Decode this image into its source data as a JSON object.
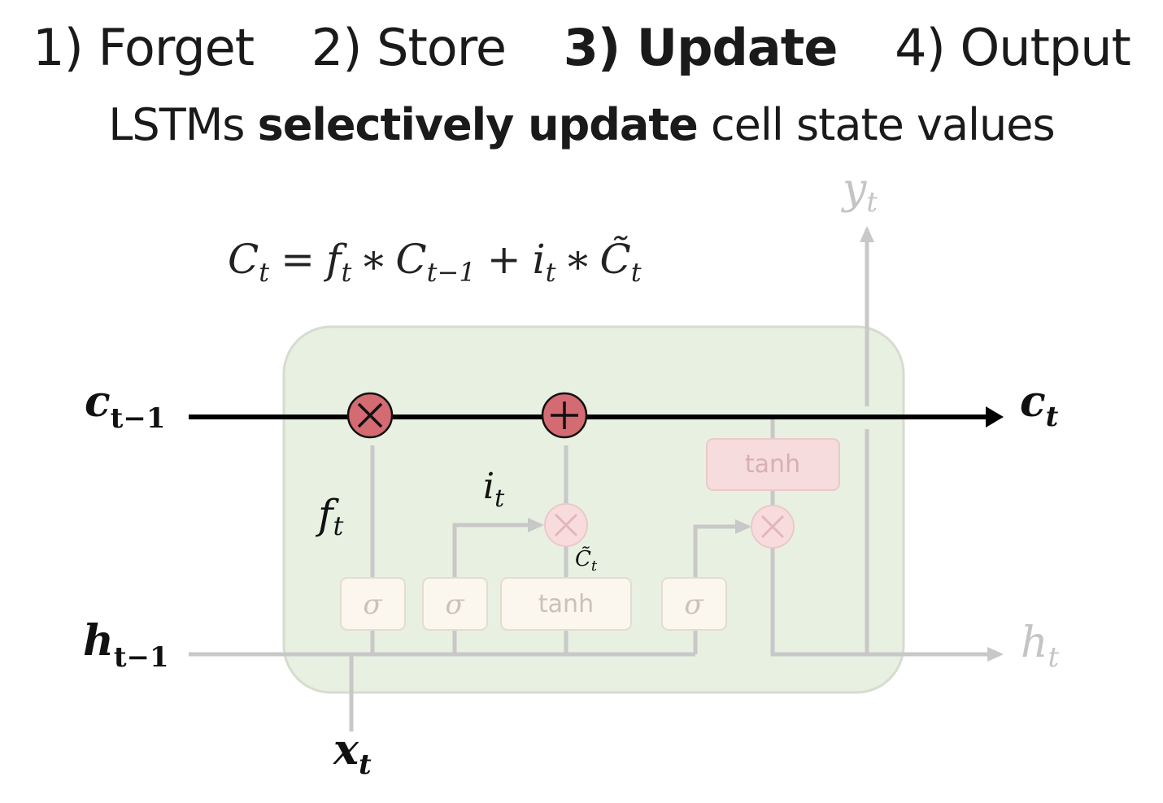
{
  "header": {
    "steps": [
      {
        "label": "1) Forget",
        "active": false
      },
      {
        "label": "2) Store",
        "active": false
      },
      {
        "label": "3) Update",
        "active": true
      },
      {
        "label": "4) Output",
        "active": false
      }
    ],
    "subtitle_pre": "LSTMs ",
    "subtitle_bold": "selectively update",
    "subtitle_post": " cell state values"
  },
  "diagram": {
    "equation": {
      "lhs": "C",
      "lhs_sub": "t",
      "equals": "=",
      "f": "f",
      "f_sub": "t",
      "star1": "∗",
      "c_prev": "C",
      "c_prev_sub": "t−1",
      "plus": "+",
      "i": "i",
      "i_sub": "t",
      "star2": "∗",
      "c_tilde": "C̃",
      "c_tilde_sub": "t"
    },
    "inputs": {
      "c_prev": {
        "base": "c",
        "sub": "t−1"
      },
      "h_prev": {
        "base": "h",
        "sub": "t−1"
      },
      "x": {
        "base": "x",
        "sub": "t"
      }
    },
    "outputs": {
      "c": {
        "base": "c",
        "sub": "t"
      },
      "h": {
        "base": "h",
        "sub": "t"
      },
      "y": {
        "base": "y",
        "sub": "t"
      }
    },
    "signals": {
      "f": {
        "base": "f",
        "sub": "t"
      },
      "i": {
        "base": "i",
        "sub": "t"
      },
      "c_tilde": {
        "base": "C̃",
        "sub": "t"
      }
    },
    "gates": {
      "sigma1": "σ",
      "sigma2": "σ",
      "tanh1": "tanh",
      "sigma3": "σ",
      "tanh2": "tanh"
    },
    "operators": {
      "multiply": "×",
      "add": "+"
    },
    "colors": {
      "cell_fill": "#e8f0e2",
      "cell_stroke": "#d6dccf",
      "highlight_op": "#d46a72",
      "faded_op": "#f8dcdd",
      "faded_line": "#c8c8c8",
      "faded_text": "#c4c4c4",
      "active_line": "#000000"
    }
  }
}
